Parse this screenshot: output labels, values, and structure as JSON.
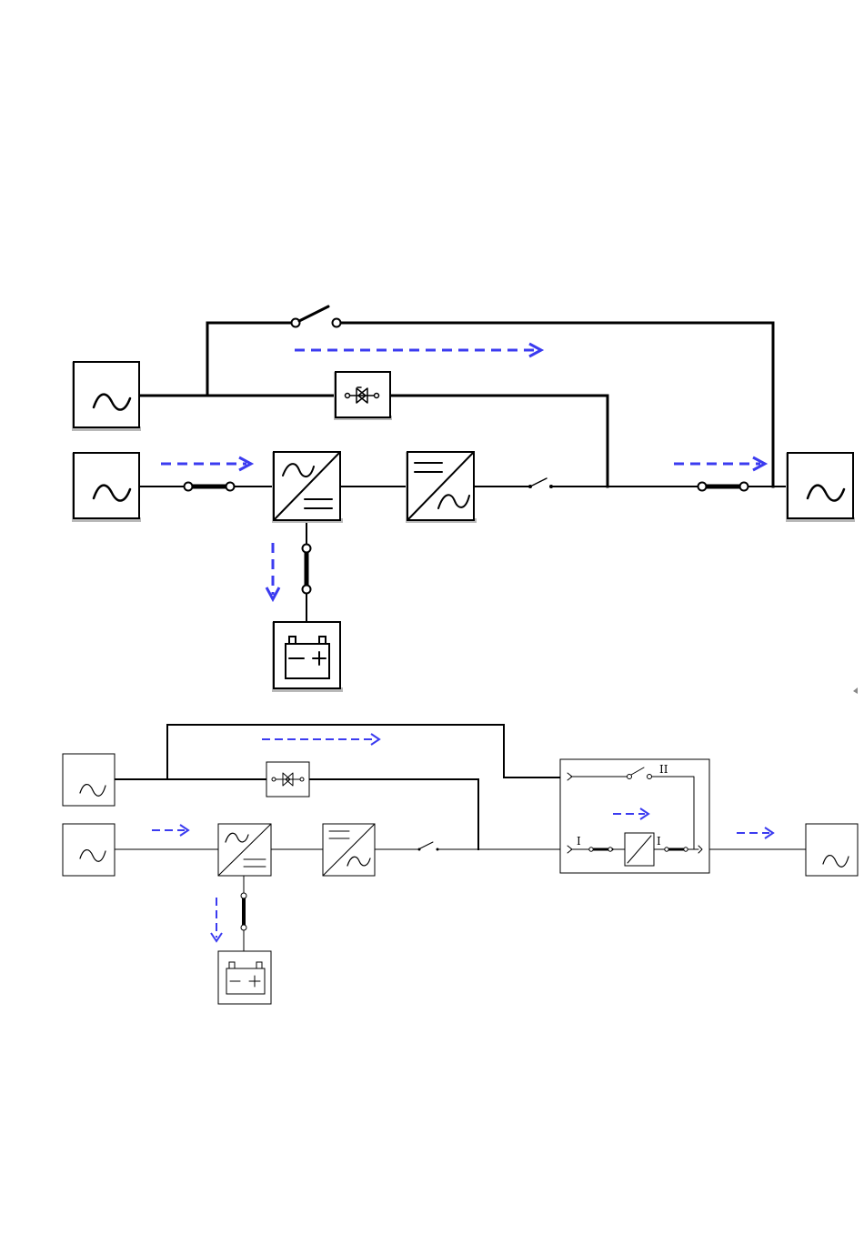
{
  "diagram": {
    "label_bypass_input": "I",
    "label_ups_input": "I",
    "label_maintenance_bypass": "II",
    "colors": {
      "line": "#000000",
      "flow_arrow": "#3b3bf0",
      "box_shadow": "#b9b9b9",
      "background": "#ffffff"
    },
    "icons": [
      "ac-source-icon",
      "rectifier-icon",
      "inverter-icon",
      "battery-icon",
      "static-switch-icon",
      "manual-switch-icon",
      "fuse-icon",
      "power-flow-arrow"
    ]
  }
}
